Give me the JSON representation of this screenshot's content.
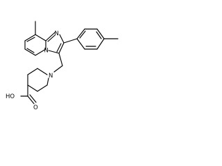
{
  "molecule": {
    "labels": {
      "nitrogen_imidazole": "N",
      "nitrogen_bridgehead": "N",
      "nitrogen_piperidine": "N",
      "oxygen_carbonyl": "O",
      "hydroxyl": "HO"
    },
    "colors": {
      "bond": "#000000",
      "text": "#000000",
      "background": "#ffffff"
    }
  }
}
